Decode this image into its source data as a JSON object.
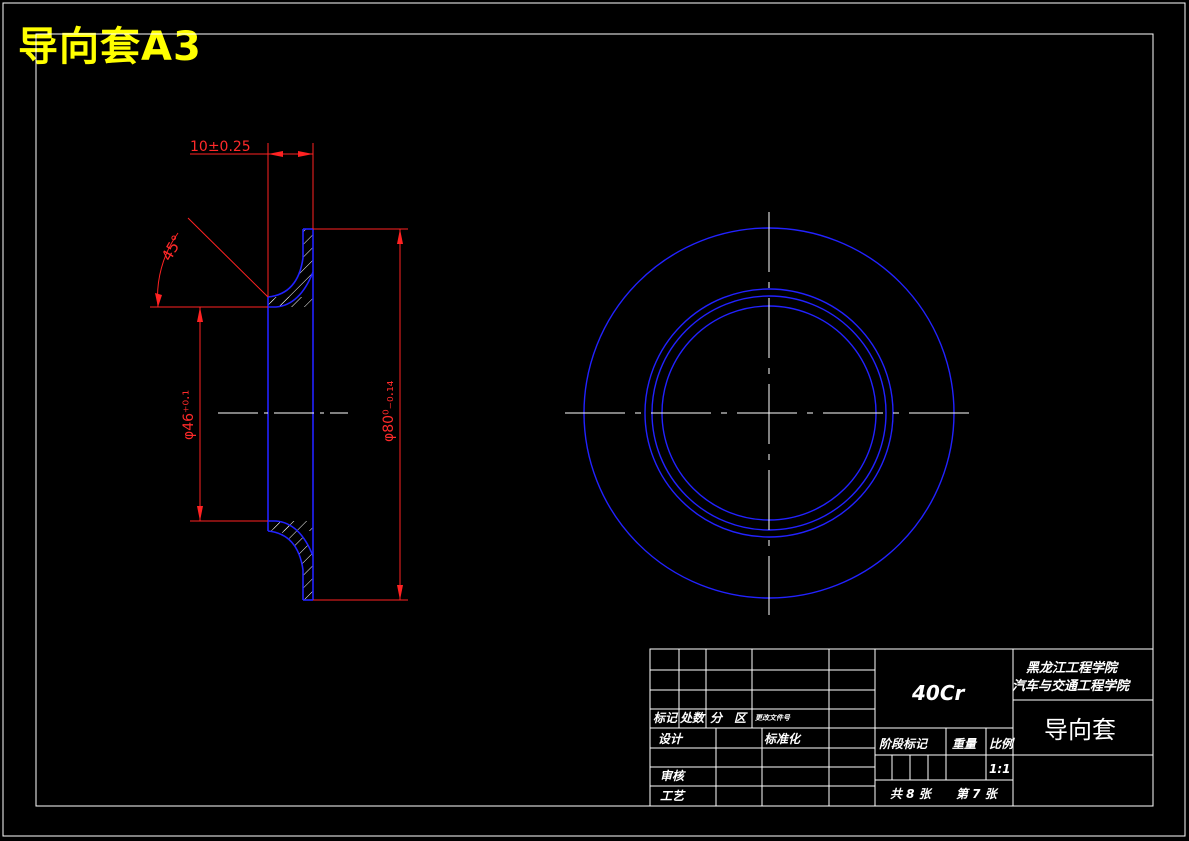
{
  "title": "导向套A3",
  "colors": {
    "background": "#000000",
    "frame": "#ffffff",
    "part_outline": "#0000ff",
    "dimension": "#ff0000",
    "centerline": "#ffffff",
    "title_text": "#ffff00"
  },
  "dimensions": {
    "thickness": "10±0.25",
    "angle": "45°",
    "inner_diameter": "φ46⁺⁰·¹",
    "outer_diameter": "φ80⁰₋₀.₁₄"
  },
  "title_block": {
    "material": "40Cr",
    "school": "黑龙江工程学院",
    "department": "汽车与交通工程学院",
    "part_name": "导向套",
    "row_headers": {
      "mark": "标记",
      "count": "处数",
      "zone": "分　区",
      "change_doc": "更改文件号"
    },
    "design": "设计",
    "standardize": "标准化",
    "review": "审核",
    "process": "工艺",
    "stage_mark": "阶段标记",
    "weight": "重量",
    "scale_label": "比例",
    "scale_value": "1:1",
    "sheets_total": "共 8 张",
    "sheet_number": "第 7 张"
  }
}
